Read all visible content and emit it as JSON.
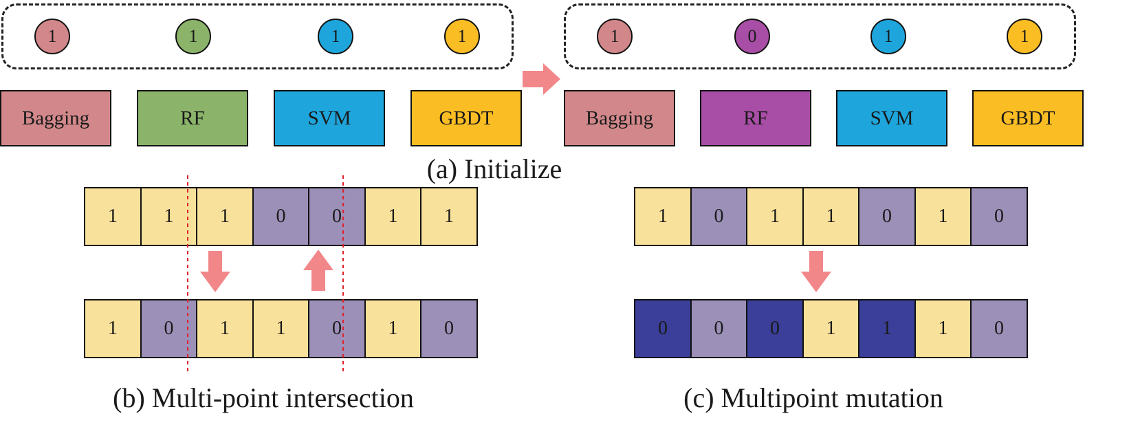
{
  "colors": {
    "bagging": "#d2888a",
    "rf": "#8bb46a",
    "rf_mutated": "#a84ea6",
    "svm": "#1ea6dc",
    "gbdt": "#fbbd24",
    "gene_one": "#f8e19a",
    "gene_zero": "#9c90b8",
    "gene_mutated": "#3b3f99",
    "arrow": "#f2878a",
    "cut_line": "#e0202a"
  },
  "panel_a": {
    "caption": "(a) Initialize",
    "before": {
      "circles": [
        {
          "value": "1",
          "color": "#d2888a"
        },
        {
          "value": "1",
          "color": "#8bb46a"
        },
        {
          "value": "1",
          "color": "#1ea6dc"
        },
        {
          "value": "1",
          "color": "#fbbd24"
        }
      ],
      "models": [
        {
          "label": "Bagging",
          "color": "#d2888a"
        },
        {
          "label": "RF",
          "color": "#8bb46a"
        },
        {
          "label": "SVM",
          "color": "#1ea6dc"
        },
        {
          "label": "GBDT",
          "color": "#fbbd24"
        }
      ]
    },
    "after": {
      "circles": [
        {
          "value": "1",
          "color": "#d2888a"
        },
        {
          "value": "0",
          "color": "#a84ea6"
        },
        {
          "value": "1",
          "color": "#1ea6dc"
        },
        {
          "value": "1",
          "color": "#fbbd24"
        }
      ],
      "models": [
        {
          "label": "Bagging",
          "color": "#d2888a"
        },
        {
          "label": "RF",
          "color": "#a84ea6"
        },
        {
          "label": "SVM",
          "color": "#1ea6dc"
        },
        {
          "label": "GBDT",
          "color": "#fbbd24"
        }
      ]
    }
  },
  "panel_b": {
    "caption": "(b) Multi-point intersection",
    "top_row": [
      "1",
      "1",
      "1",
      "0",
      "0",
      "1",
      "1"
    ],
    "bottom_row": [
      "1",
      "0",
      "1",
      "1",
      "0",
      "1",
      "0"
    ]
  },
  "panel_c": {
    "caption": "(c) Multipoint mutation",
    "top_row": [
      "1",
      "0",
      "1",
      "1",
      "0",
      "1",
      "0"
    ],
    "bottom_row": [
      "0",
      "0",
      "0",
      "1",
      "1",
      "1",
      "0"
    ],
    "bottom_mutated": [
      true,
      false,
      true,
      false,
      true,
      false,
      false
    ]
  }
}
